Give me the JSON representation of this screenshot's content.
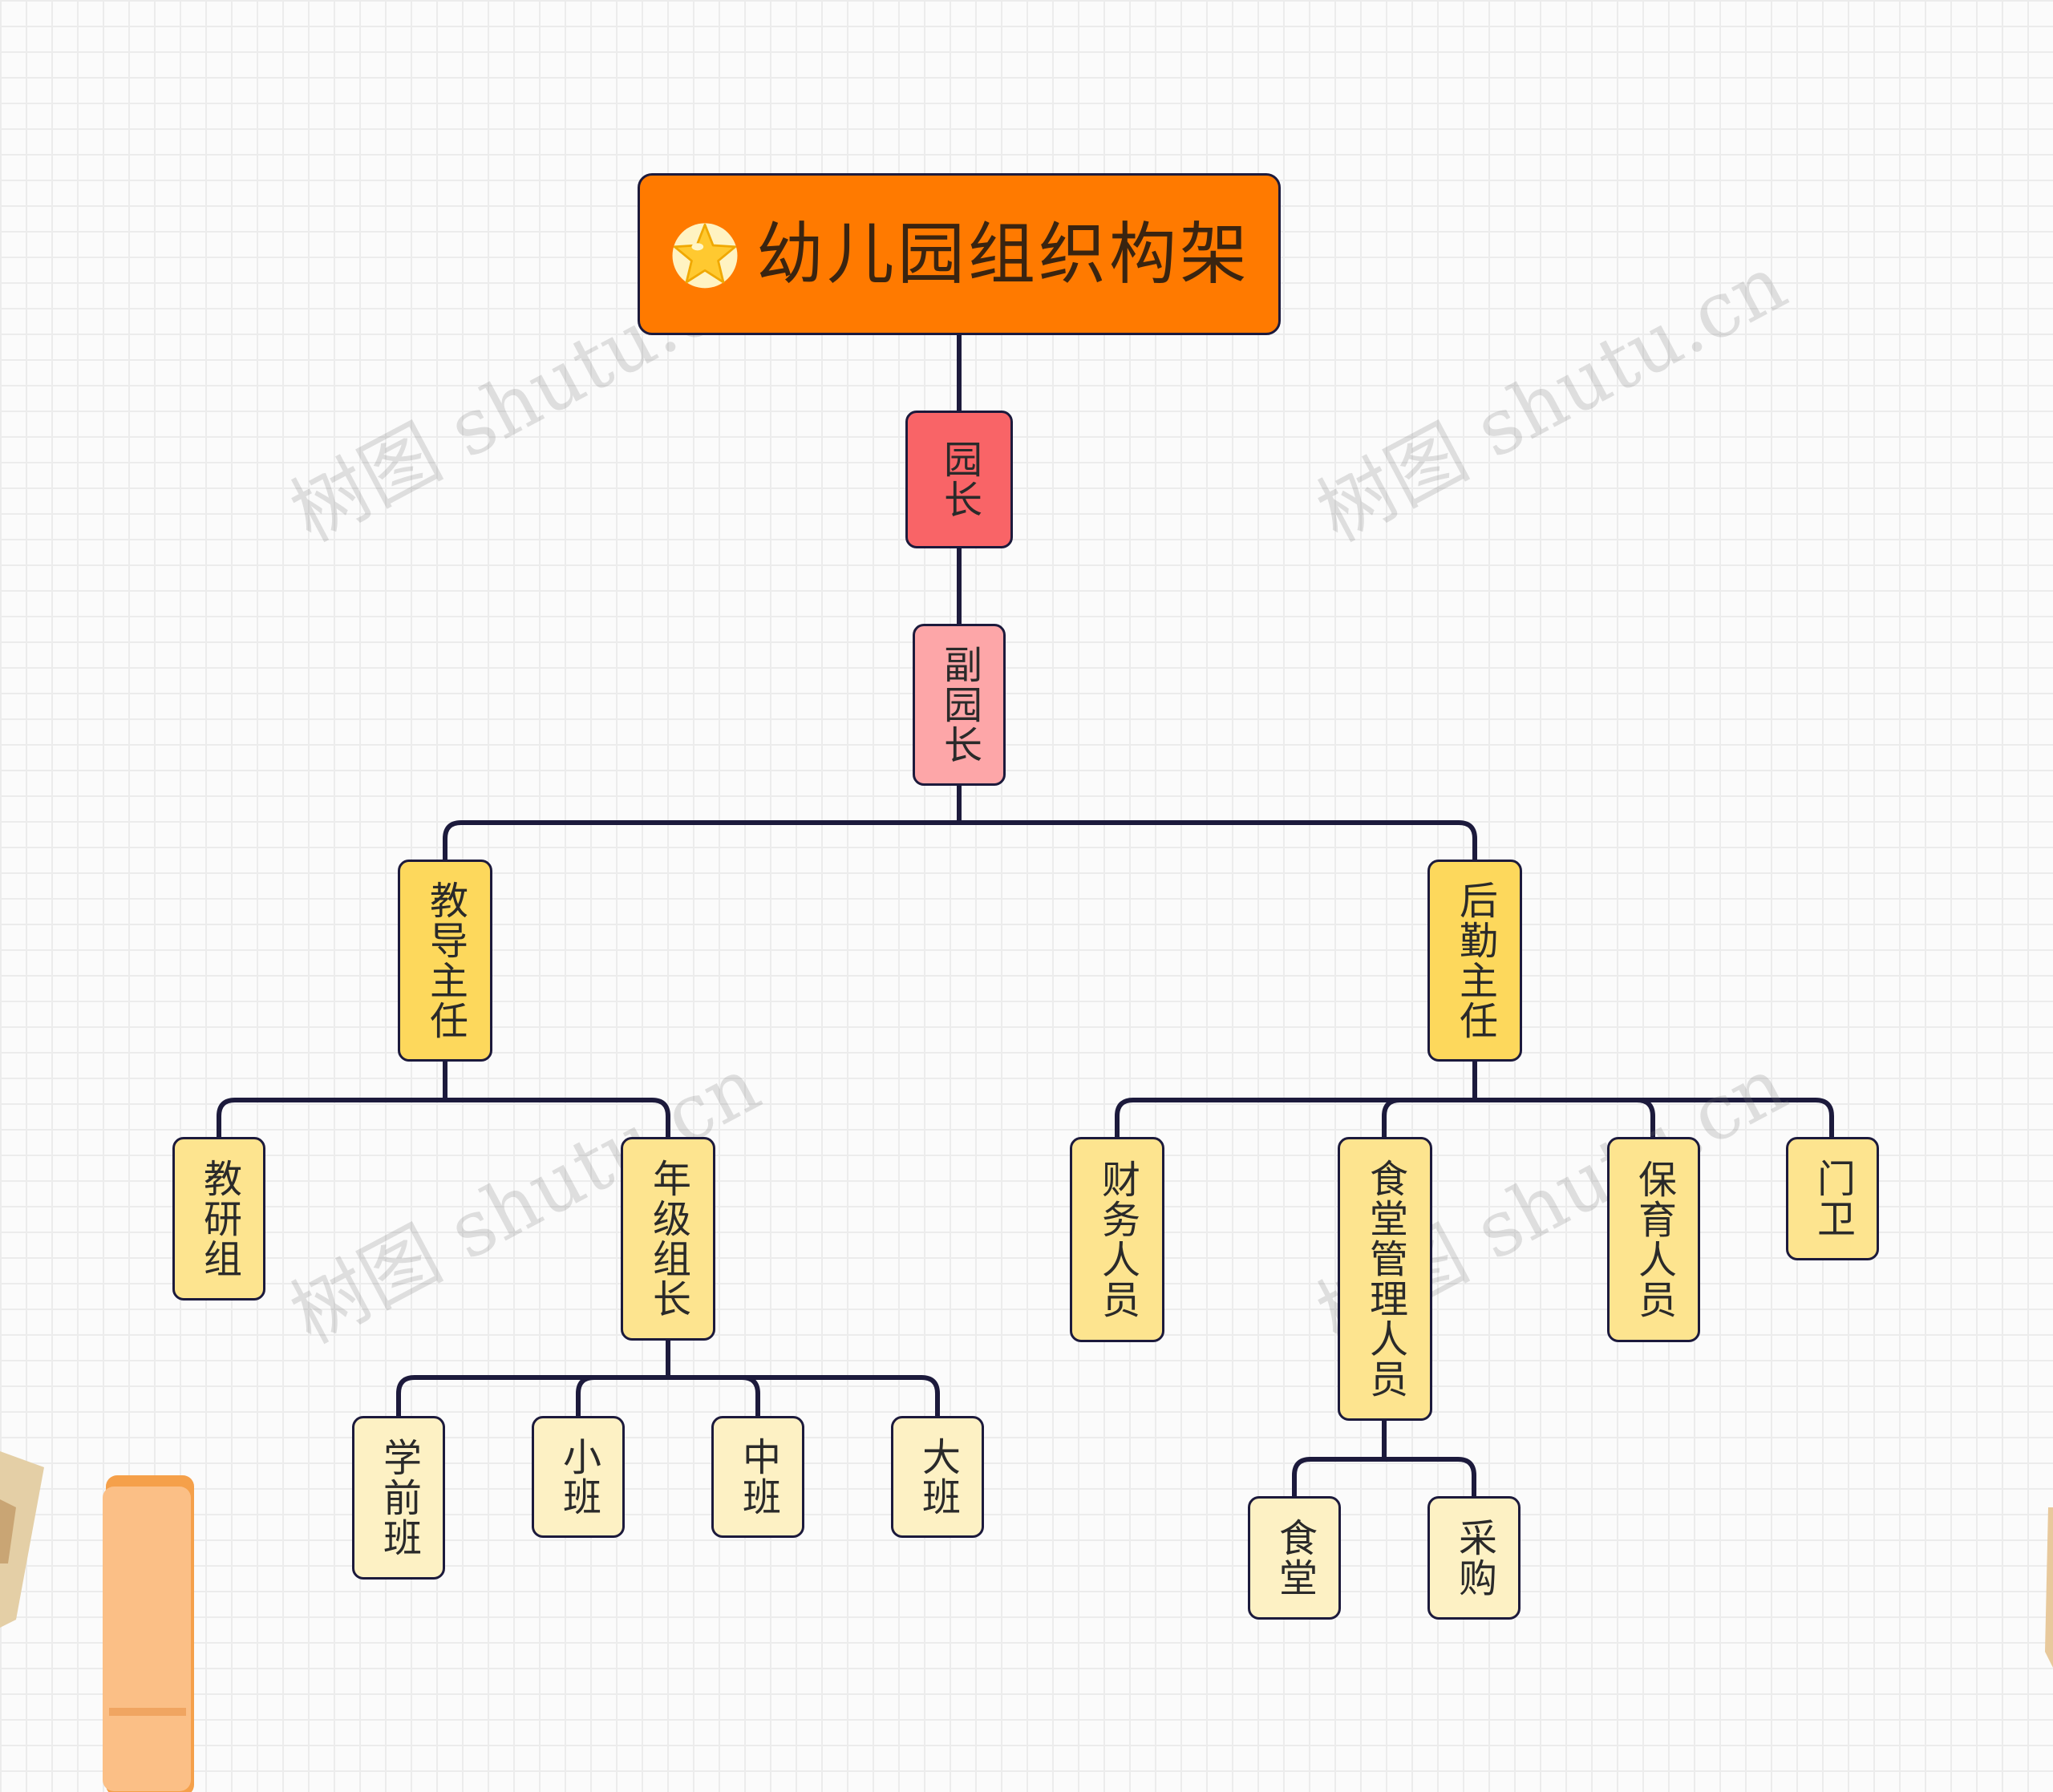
{
  "title": "幼儿园组织构架",
  "nodes": {
    "principal": "园长",
    "vice_principal": "副园长",
    "academic_director": "教导主任",
    "logistics_director": "后勤主任",
    "teaching_research_group": "教研组",
    "grade_leader": "年级组长",
    "finance_staff": "财务人员",
    "canteen_manager": "食堂管理人员",
    "childcare_staff": "保育人员",
    "gatekeeper": "门卫",
    "preschool_class": "学前班",
    "small_class": "小班",
    "middle_class": "中班",
    "large_class": "大班",
    "canteen": "食堂",
    "purchasing": "采购"
  },
  "watermark": "树图 shutu.cn",
  "colors": {
    "root": "#ff7a00",
    "principal": "#f96467",
    "vice_principal": "#fda6a8",
    "directors": "#fdd85c",
    "groups": "#fde48f",
    "leaves": "#fdf1c4",
    "connector": "#1c1a3c"
  }
}
